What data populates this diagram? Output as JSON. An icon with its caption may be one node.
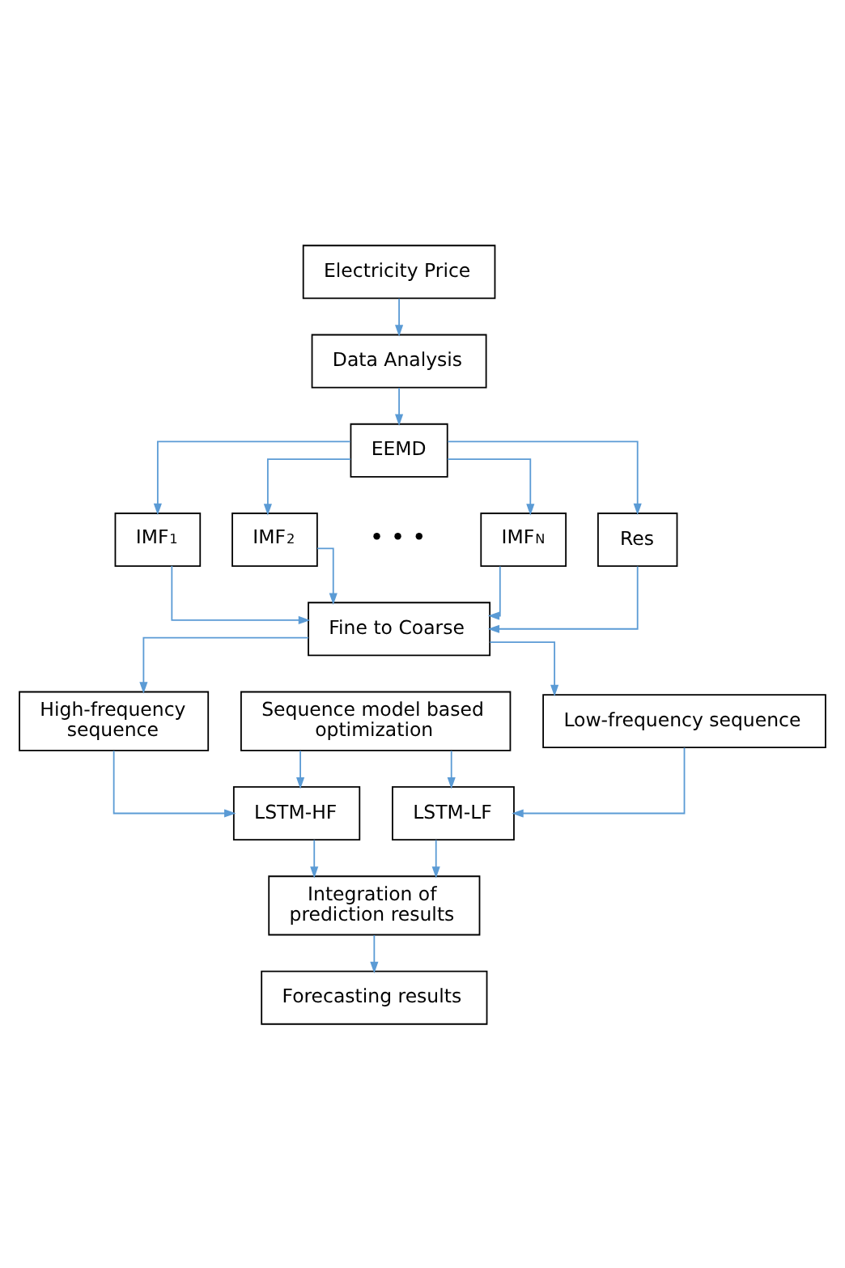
{
  "diagram": {
    "nodes": [
      {
        "text": [
          "Electricity Price"
        ]
      },
      {
        "text": [
          "Data Analysis"
        ]
      },
      {
        "text": [
          "EEMD"
        ]
      },
      {
        "text": [
          "IMF$_{1}$"
        ]
      },
      {
        "text": [
          "IMF$_{2}$"
        ]
      },
      {
        "text": [
          "IMF$_{N}$"
        ]
      },
      {
        "text": [
          "Res"
        ]
      },
      {
        "text": [
          "Fine to Coarse"
        ]
      },
      {
        "text": [
          "High-frequency sequence"
        ]
      },
      {
        "text": [
          "Low-frequency sequence"
        ]
      },
      {
        "text": [
          "LSTM-HF"
        ]
      },
      {
        "text": [
          "LSTM-LF"
        ]
      },
      {
        "text": [
          "Sequence model based optimization"
        ]
      },
      {
        "text": [
          "Integration of prediction results"
        ]
      },
      {
        "text": [
          "Forecasting results"
        ]
      }
    ],
    "edges": [
      {
        "from": 0,
        "to": 1,
        "arrow": "to"
      },
      {
        "from": 1,
        "to": 2,
        "arrow": "to"
      },
      {
        "from": 2,
        "to": 3,
        "arrow": "to"
      },
      {
        "from": 2,
        "to": 4,
        "arrow": "to"
      },
      {
        "from": 2,
        "to": 5,
        "arrow": "to"
      },
      {
        "from": 2,
        "to": 6,
        "arrow": "to"
      },
      {
        "from": 3,
        "to": 7,
        "arrow": "to"
      },
      {
        "from": 4,
        "to": 7,
        "arrow": "to"
      },
      {
        "from": 5,
        "to": 7,
        "arrow": "to"
      },
      {
        "from": 6,
        "to": 7,
        "arrow": "to"
      },
      {
        "from": 7,
        "to": 8,
        "arrow": "to"
      },
      {
        "from": 7,
        "to": 9,
        "arrow": "to"
      },
      {
        "from": 8,
        "to": 10,
        "arrow": "to"
      },
      {
        "from": 9,
        "to": 11,
        "arrow": "to"
      },
      {
        "from": 12,
        "to": 10,
        "arrow": "to"
      },
      {
        "from": 12,
        "to": 11,
        "arrow": "to"
      },
      {
        "from": 10,
        "to": 13,
        "arrow": "to"
      },
      {
        "from": 11,
        "to": 13,
        "arrow": "to"
      },
      {
        "from": 13,
        "to": 14,
        "arrow": "to"
      }
    ],
    "labels": [
      "• • •"
    ]
  }
}
